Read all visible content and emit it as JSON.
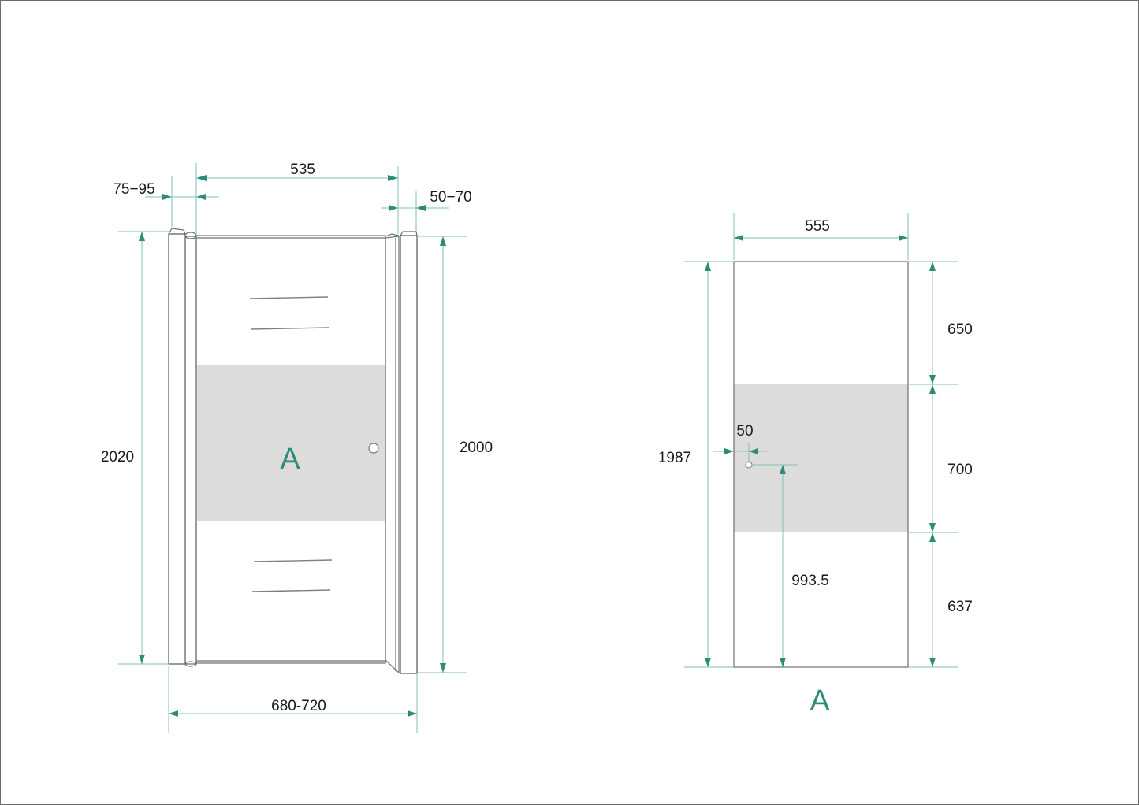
{
  "colors": {
    "dimension_line": "#7fbfb0",
    "arrow": "#2e8b78",
    "label_text": "#1a1a1a",
    "frosted_band": "#dcdcdb",
    "outline": "#6e6e6e",
    "marker_letter": "#2e8b78"
  },
  "left_view": {
    "name": "door-front-view",
    "marker": "A",
    "dimensions": {
      "top_panel_width": "535",
      "left_wall_profile": "75−95",
      "right_wall_profile": "50−70",
      "total_height_left": "2020",
      "total_height_right": "2000",
      "overall_width": "680-720"
    }
  },
  "right_view": {
    "name": "glass-panel-detail",
    "marker": "A",
    "dimensions": {
      "panel_width": "555",
      "panel_height": "1987",
      "top_clear_section": "650",
      "frosted_band_height": "700",
      "bottom_clear_section": "637",
      "handle_offset_from_edge": "50",
      "handle_height": "993.5"
    }
  }
}
